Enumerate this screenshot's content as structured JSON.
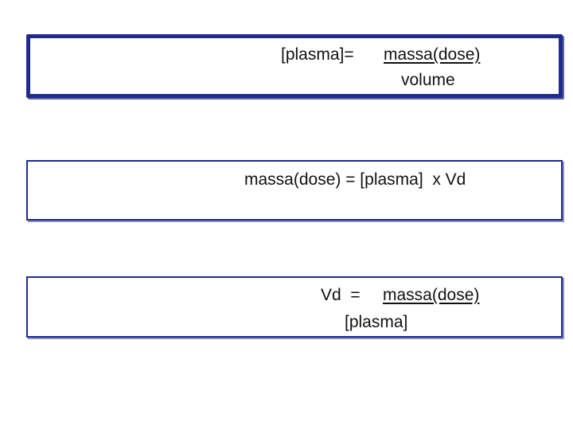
{
  "colors": {
    "box_border": "#1f2a8c",
    "text": "#111111",
    "background": "#ffffff"
  },
  "equation1": {
    "lhs": "[plasma]=",
    "numerator": "massa(dose)",
    "denominator": "volume"
  },
  "equation2": {
    "text": "massa(dose) = [plasma]  x Vd"
  },
  "equation3": {
    "lhs": "Vd  =",
    "numerator": "massa(dose)",
    "denominator": "[plasma]"
  }
}
